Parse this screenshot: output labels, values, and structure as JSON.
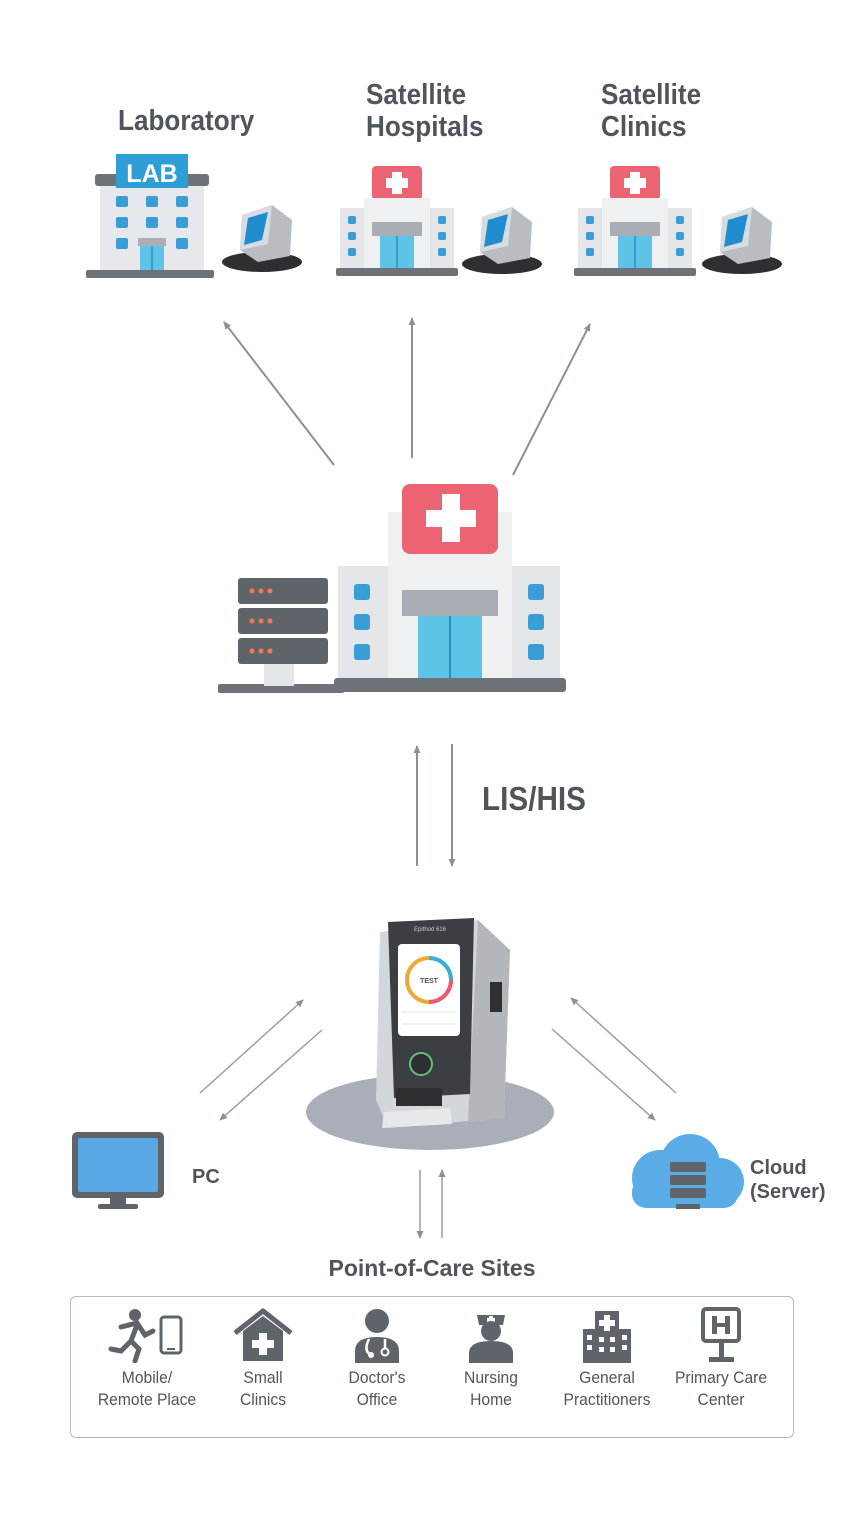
{
  "nodes": {
    "laboratory": "Laboratory",
    "lab_sign": "LAB",
    "satellite_hospitals": [
      "Satellite",
      "Hospitals"
    ],
    "satellite_clinics": [
      "Satellite",
      "Clinics"
    ],
    "link_label": "LIS/HIS",
    "pc": "PC",
    "cloud": [
      "Cloud",
      "(Server)"
    ],
    "device_screen": {
      "title": "Epithod 616",
      "button": "TEST"
    }
  },
  "point_of_care": {
    "title": "Point-of-Care Sites",
    "sites": [
      {
        "icon": "running-person-phone-icon",
        "label": [
          "Mobile/",
          "Remote Place"
        ]
      },
      {
        "icon": "house-cross-icon",
        "label": [
          "Small",
          "Clinics"
        ]
      },
      {
        "icon": "doctor-icon",
        "label": [
          "Doctor's",
          "Office"
        ]
      },
      {
        "icon": "nurse-icon",
        "label": [
          "Nursing",
          "Home"
        ]
      },
      {
        "icon": "hospital-building-icon",
        "label": [
          "General",
          "Practitioners"
        ]
      },
      {
        "icon": "h-sign-icon",
        "label": [
          "Primary Care",
          "Center"
        ]
      }
    ]
  },
  "colors": {
    "building_gray": "#dfe2e6",
    "window_blue": "#3a9ed6",
    "cross_red": "#ec6472",
    "server_dark": "#5f646b",
    "arrow_gray": "#9a9da2",
    "cloud_blue": "#5aace6"
  }
}
